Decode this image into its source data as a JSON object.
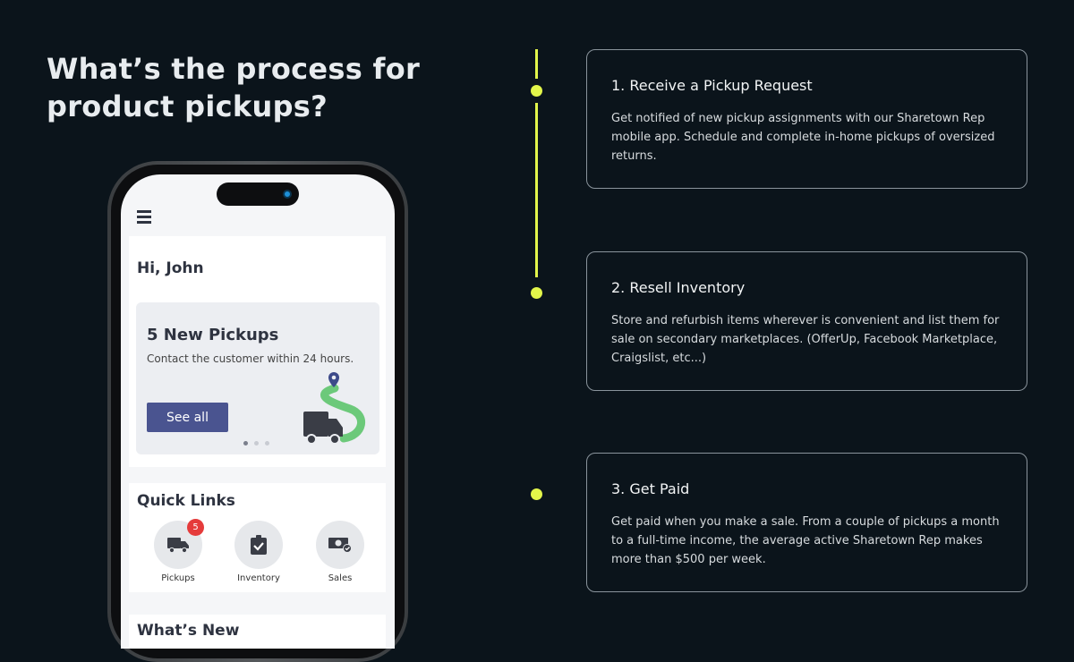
{
  "heading": "What’s the process for product pickups?",
  "phone": {
    "greeting": "Hi, John",
    "promo": {
      "title": "5 New Pickups",
      "subtitle": "Contact the customer within 24 hours.",
      "button": "See all"
    },
    "quick_links": {
      "title": "Quick Links",
      "items": [
        {
          "label": "Pickups",
          "badge": "5",
          "icon": "truck-icon"
        },
        {
          "label": "Inventory",
          "icon": "clipboard-check-icon"
        },
        {
          "label": "Sales",
          "icon": "money-check-icon"
        }
      ]
    },
    "whats_new": "What’s New"
  },
  "steps": [
    {
      "title": "1. Receive a Pickup Request",
      "body": "Get notified of new pickup assignments with our Sharetown Rep mobile app. Schedule and complete in-home pickups of oversized returns."
    },
    {
      "title": "2. Resell Inventory",
      "body": "Store and refurbish items wherever is convenient and list them for sale on secondary marketplaces. (OfferUp, Facebook Marketplace, Craigslist, etc...)"
    },
    {
      "title": "3. Get Paid",
      "body": "Get paid when you make a sale. From a couple of pickups a month to a full-time income, the average active Sharetown Rep makes more than $500 per week."
    }
  ],
  "colors": {
    "accent": "#e2f54a",
    "background": "#0b141b",
    "button": "#4a5490"
  }
}
